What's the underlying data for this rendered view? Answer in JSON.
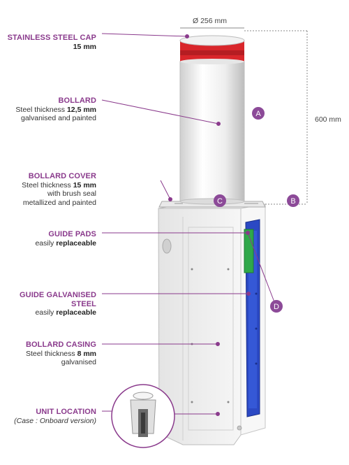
{
  "dimensions": {
    "diameter": "Ø  256 mm",
    "height": "600 mm"
  },
  "labels": {
    "cap": {
      "title": "STAINLESS STEEL CAP",
      "line1": "15 mm"
    },
    "bollard": {
      "title": "BOLLARD",
      "line1_pre": "Steel thickness ",
      "line1_bold": "12,5 mm",
      "line2": "galvanised and painted"
    },
    "cover": {
      "title": "BOLLARD COVER",
      "line1_pre": "Steel thickness ",
      "line1_bold": "15 mm",
      "line2": "with brush seal",
      "line3": "metallized and painted"
    },
    "guide_pads": {
      "title": "GUIDE PADS",
      "line1_pre": "easily ",
      "line1_bold": "replaceable"
    },
    "guide_steel": {
      "title": "GUIDE GALVANISED STEEL",
      "line1_pre": "easily ",
      "line1_bold": "replaceable"
    },
    "casing": {
      "title": "BOLLARD CASING",
      "line1_pre": "Steel thickness ",
      "line1_bold": "8 mm",
      "line2": "galvanised"
    },
    "location": {
      "title": "UNIT LOCATION",
      "line1": "(Case : Onboard version)"
    }
  },
  "badges": {
    "a": "A",
    "b": "B",
    "c": "C",
    "d": "D"
  },
  "colors": {
    "accent": "#8a3a8c",
    "badge": "#8c4a98",
    "cap_red": "#d9262b",
    "guide_blue": "#2b49c4",
    "pad_green": "#2fa84a",
    "steel": "#ececec"
  }
}
